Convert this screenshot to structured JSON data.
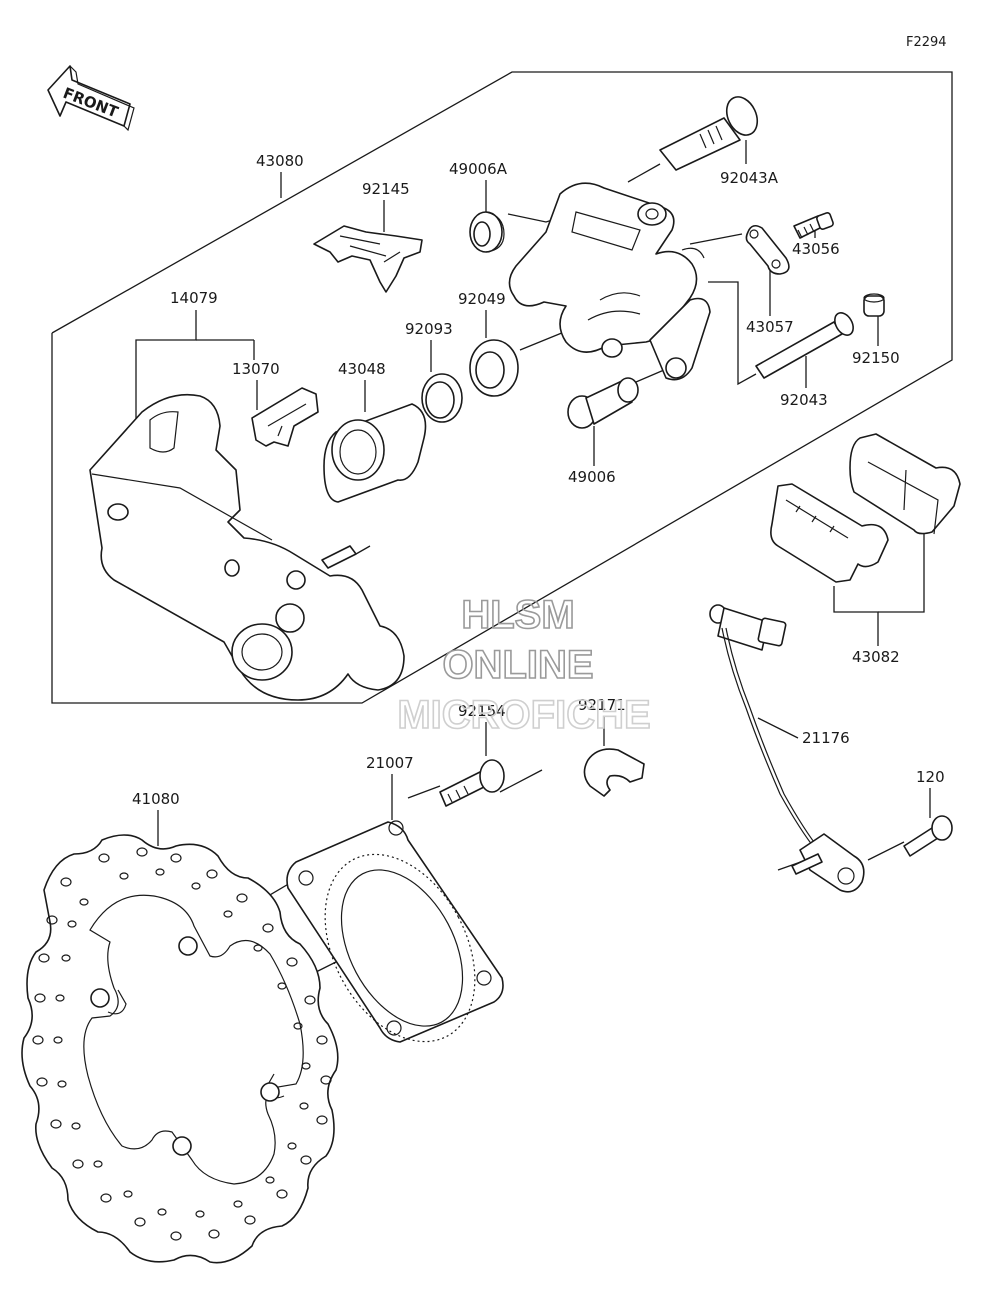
{
  "figure_code": "F2294",
  "front_label": "FRONT",
  "watermark": {
    "line1": "HLSM",
    "line2": "ONLINE",
    "line3": "MICROFICHE"
  },
  "parts": {
    "p43080": "43080",
    "p92145": "92145",
    "p49006A": "49006A",
    "p92043A": "92043A",
    "p43056": "43056",
    "p43057": "43057",
    "p92150": "92150",
    "p92043": "92043",
    "p14079": "14079",
    "p92093": "92093",
    "p92049": "92049",
    "p13070": "13070",
    "p43048": "43048",
    "p49006": "49006",
    "p43082": "43082",
    "p92154": "92154",
    "p92171": "92171",
    "p21007": "21007",
    "p41080": "41080",
    "p21176": "21176",
    "p120": "120"
  }
}
